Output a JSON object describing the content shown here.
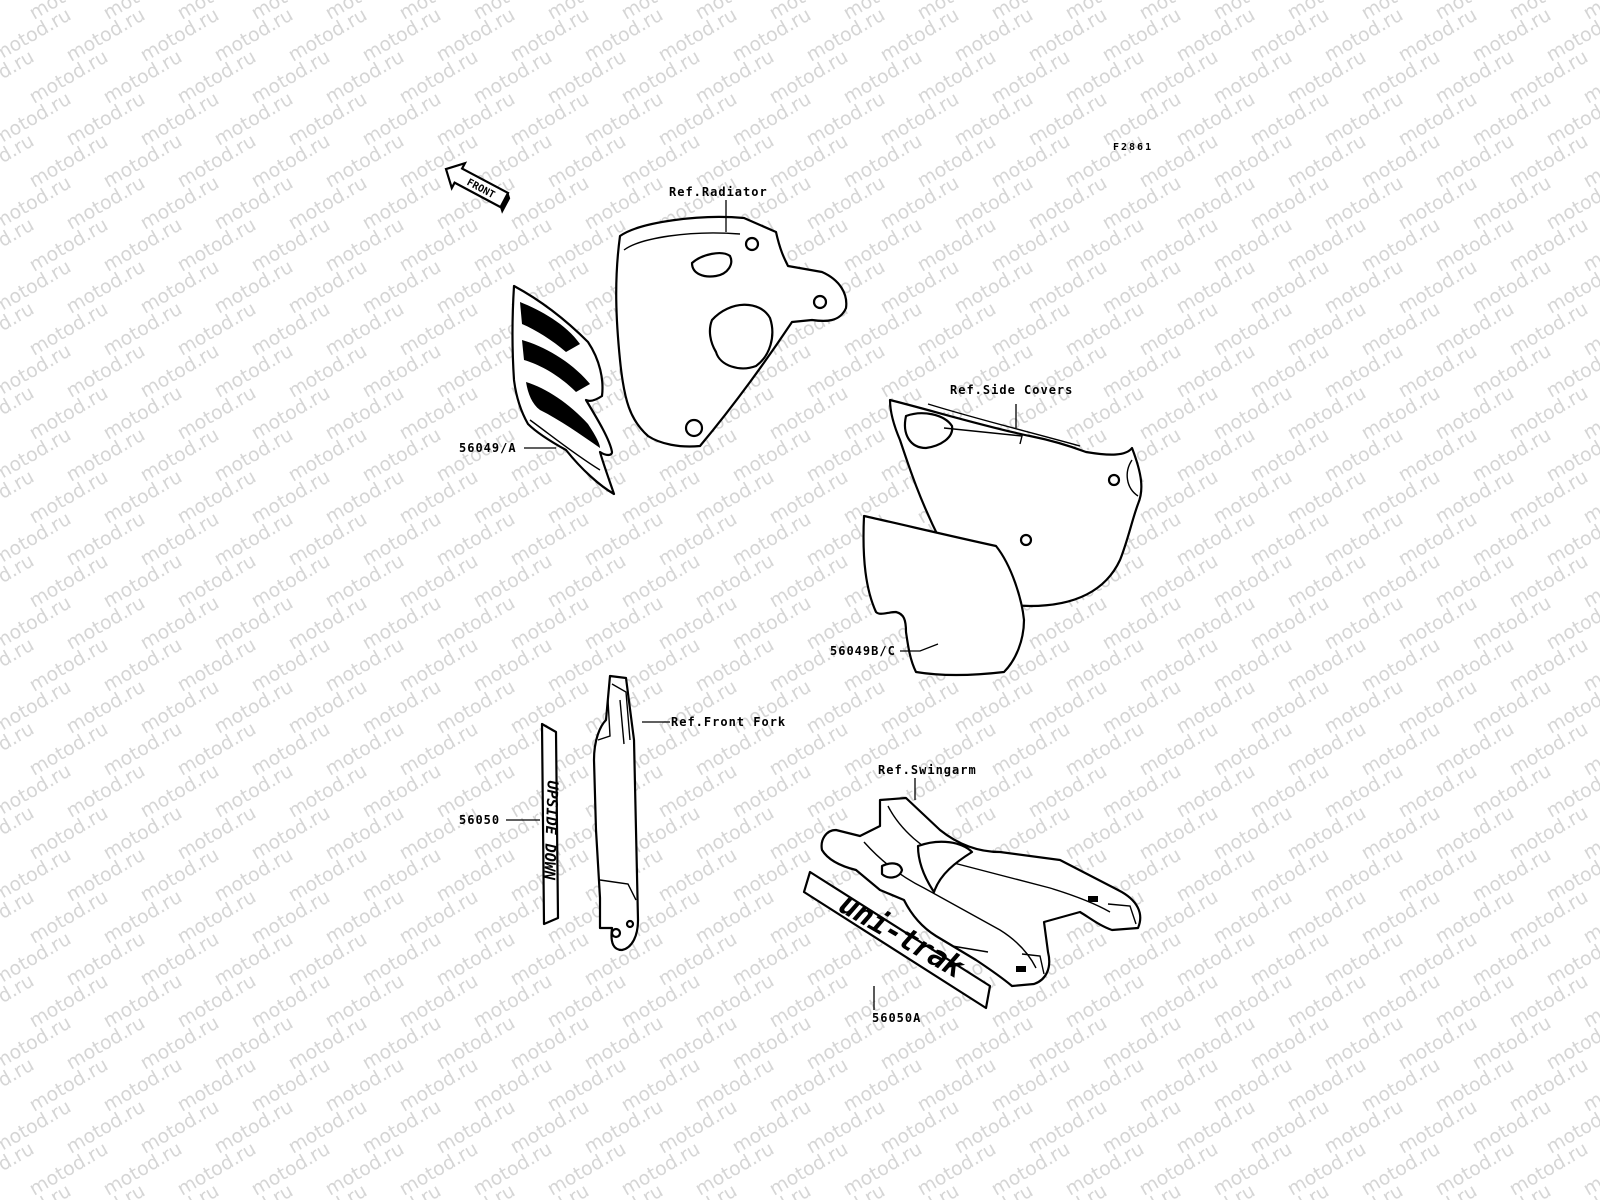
{
  "diagram": {
    "figure_code": "F2861",
    "watermark_text": "motod.ru",
    "front_arrow_label": "FRONT",
    "decal_texts": {
      "fork_decal": "UPSIDE DOWN",
      "swingarm_decal": "uni-trak"
    },
    "labels": {
      "ref_radiator": "Ref.Radiator",
      "part_56049a": "56049/A",
      "ref_side_covers": "Ref.Side Covers",
      "part_56049bc": "56049B/C",
      "ref_front_fork": "Ref.Front Fork",
      "part_56050": "56050",
      "ref_swingarm": "Ref.Swingarm",
      "part_56050a": "56050A"
    }
  }
}
